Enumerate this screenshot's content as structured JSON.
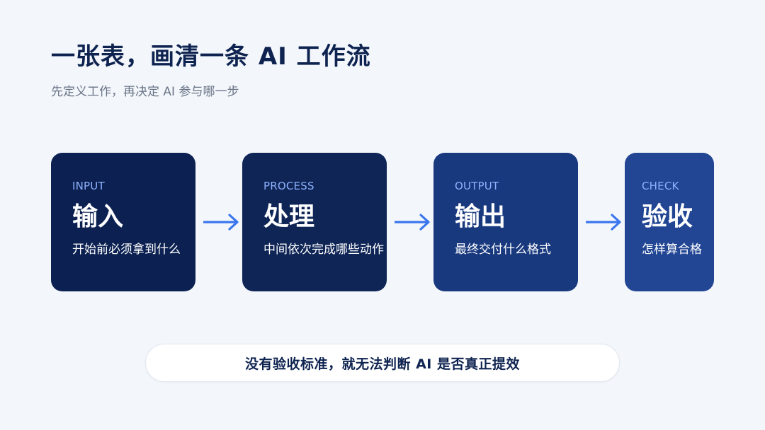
{
  "header": {
    "title": "一张表，画清一条 AI 工作流",
    "subtitle": "先定义工作，再决定 AI 参与哪一步"
  },
  "steps": [
    {
      "eyebrow": "INPUT",
      "title": "输入",
      "desc": "开始前必须拿到什么"
    },
    {
      "eyebrow": "PROCESS",
      "title": "处理",
      "desc": "中间依次完成哪些动作"
    },
    {
      "eyebrow": "OUTPUT",
      "title": "输出",
      "desc": "最终交付什么格式"
    },
    {
      "eyebrow": "CHECK",
      "title": "验收",
      "desc": "怎样算合格"
    }
  ],
  "connector": {
    "icon": "arrow-right-icon",
    "color": "#3b76ee"
  },
  "footer": {
    "banner_text": "没有验收标准，就无法判断 AI 是否真正提效"
  },
  "colors": {
    "background": "#f3f7fb",
    "title": "#0e2350",
    "eyebrow": "#8db1ff",
    "card_fills": [
      "#0c2152",
      "#0e2556",
      "#19397f",
      "#224694"
    ]
  }
}
